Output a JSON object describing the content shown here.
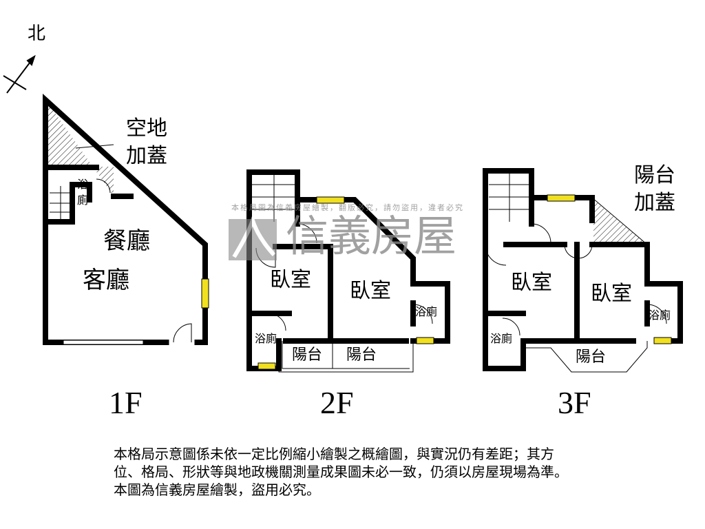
{
  "compass": {
    "label": "北"
  },
  "watermark": {
    "brand": "信義房屋",
    "subtext": "本格局圖為信義房屋繪製，翻版必究，請勿盜用，違者必究"
  },
  "floors": [
    {
      "label": "1F",
      "rooms": [
        "空地",
        "加蓋",
        "浴",
        "廁",
        "餐廳",
        "客廳"
      ]
    },
    {
      "label": "2F",
      "rooms": [
        "臥室",
        "臥室",
        "浴廁",
        "浴廁",
        "陽台",
        "陽台"
      ]
    },
    {
      "label": "3F",
      "rooms": [
        "陽台",
        "加蓋",
        "臥室",
        "臥室",
        "浴廁",
        "浴廁",
        "陽台"
      ]
    }
  ],
  "disclaimer": [
    "本格局示意圖係未依一定比例縮小繪製之概繪圖，與實況仍有差距；其方",
    "位、格局、形狀等與地政機關測量成果圖未必一致，仍須以房屋現場為準。",
    "本圖為信義房屋繪製，盜用必究。"
  ],
  "colors": {
    "wall": "#000000",
    "window": "#f0e020",
    "watermark": "#8a8a8a"
  }
}
